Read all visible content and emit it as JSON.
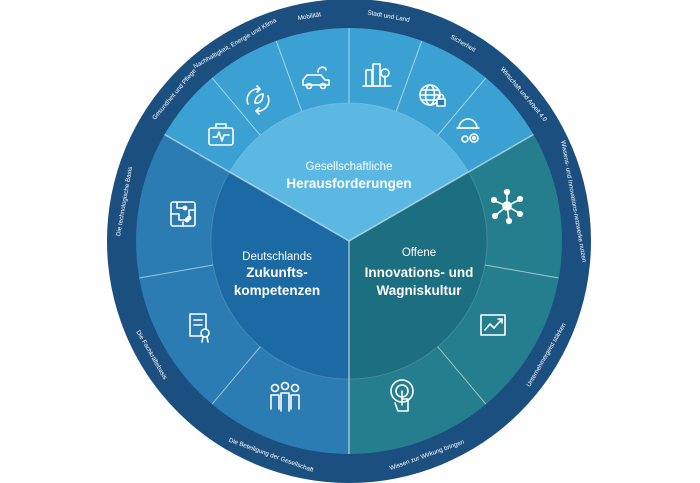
{
  "center": {
    "top": {
      "line1": "Gesellschaftliche",
      "line2": "Herausforderungen"
    },
    "left": {
      "line1": "Deutschlands",
      "line2": "Zukunfts-",
      "line3": "kompetenzen"
    },
    "right": {
      "line1": "Offene",
      "line2": "Innovations- und",
      "line3": "Wagniskultur"
    }
  },
  "ring_labels": [
    "Gesundheit und Pflege",
    "Nachhaltigkeit, Energie und Klima",
    "Mobilität",
    "Stadt und Land",
    "Sicherheit",
    "Wirtschaft und Arbeit 4.0",
    "Wissens- und Innovations-netzwerke nutzen",
    "Unternehmergeist stärken",
    "Wissen zur Wirkung bringen",
    "Die Beteiligung der Gesellschaft",
    "Die Fachkräftebasis",
    "Die technologische Basis"
  ],
  "icons": [
    "medical-bag-icon",
    "recycle-leaf-icon",
    "electric-car-icon",
    "city-tree-icon",
    "globe-lock-icon",
    "gears-helmet-icon",
    "network-icon",
    "growth-chart-icon",
    "touch-hand-icon",
    "group-icon",
    "certificate-icon",
    "circuit-board-icon"
  ],
  "colors": {
    "outer_ring": "#1b4f7f",
    "top_band": "#3ba0d2",
    "top_center": "#5bb8e2",
    "left_band": "#2a7cb3",
    "left_center": "#1c6aa3",
    "right_band": "#247e8e",
    "right_center": "#1c6f80",
    "divider": "#ffffff"
  }
}
